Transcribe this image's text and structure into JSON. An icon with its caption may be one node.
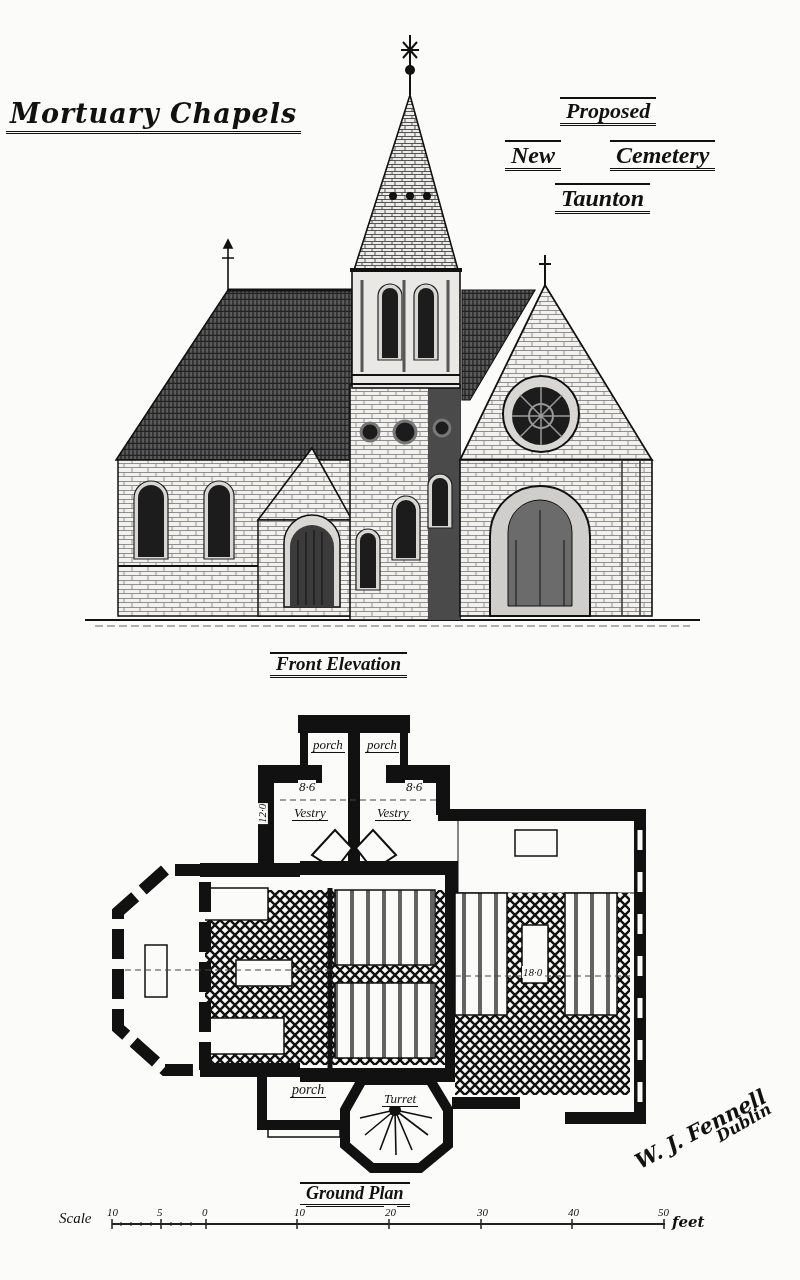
{
  "diagram": {
    "title": "Mortuary Chapels",
    "labels": [
      "Proposed",
      "New",
      "Cemetery",
      "Taunton",
      "Front Elevation",
      "porch",
      "porch",
      "8·6",
      "8·6",
      "Vestry",
      "Vestry",
      "12·0",
      "18·0",
      "porch",
      "Turret",
      "W. J. Fennell",
      "Dublin",
      "Ground Plan",
      "Scale",
      "10",
      "5",
      "0",
      "10",
      "20",
      "30",
      "40",
      "50",
      "feet"
    ]
  }
}
